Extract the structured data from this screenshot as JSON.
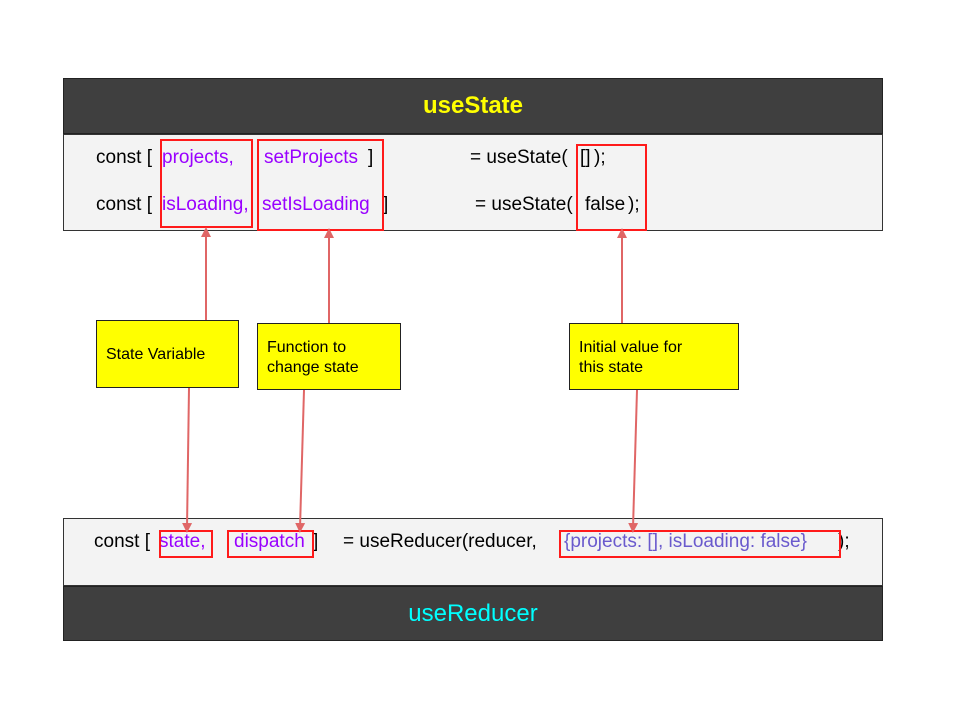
{
  "use_state": {
    "title": "useState",
    "title_color": "#ffff00",
    "line1": {
      "prefix": "const [",
      "var": "projects,",
      "setter": "setProjects",
      "close": "]",
      "call_open": "= useState(",
      "initial": "[]",
      "call_close": ");"
    },
    "line2": {
      "prefix": "const [",
      "var": "isLoading,",
      "setter": "setIsLoading",
      "close": "]",
      "call_open": "= useState(",
      "initial": "false",
      "call_close": ");"
    }
  },
  "use_reducer": {
    "title": "useReducer",
    "title_color": "#00ffff",
    "line": {
      "prefix": "const [",
      "var": "state,",
      "setter": "dispatch",
      "close": "]",
      "call_open": "= useReducer(reducer,",
      "initial": "{projects: [], isLoading: false}",
      "call_close": ");"
    }
  },
  "notes": {
    "state_variable": "State Variable",
    "function_line1": "Function to",
    "function_line2": "change state",
    "initial_line1": "Initial value for",
    "initial_line2": "this state"
  },
  "colors": {
    "highlight_box": "#ff1a1a",
    "arrow": "#e06666",
    "note_bg": "#ffff00",
    "variable_text": "#9900ff",
    "initial_value_text": "#6a5acd",
    "header_bg": "#3f3f3f",
    "panel_bg": "#f3f3f3"
  }
}
